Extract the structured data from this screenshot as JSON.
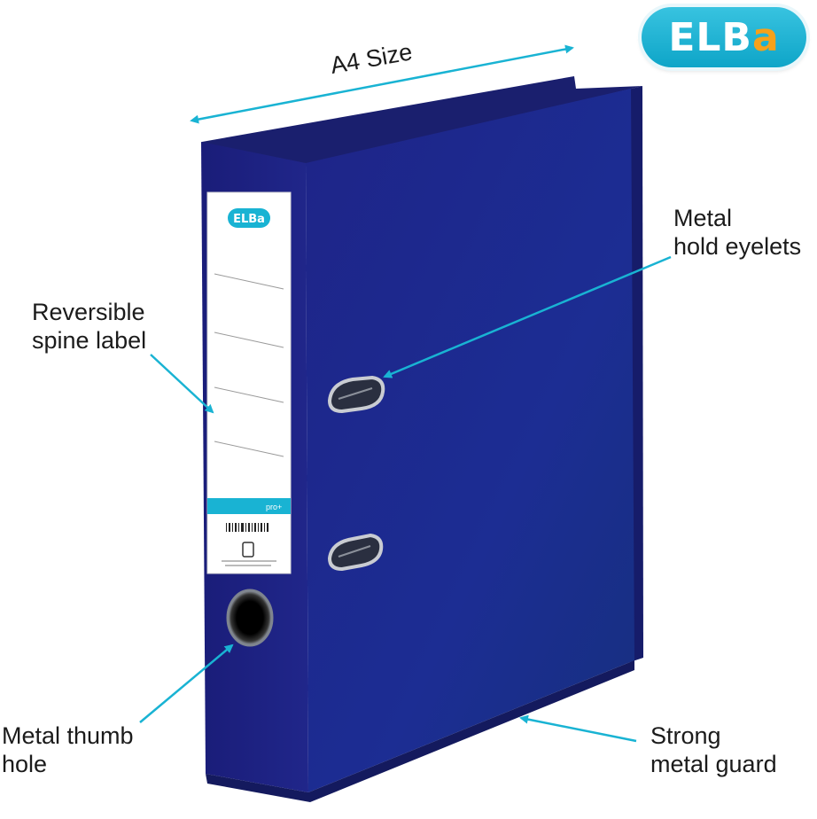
{
  "brand": {
    "logo_text_main": "ELB",
    "logo_text_accent": "a",
    "accent_color": "#19b3d3"
  },
  "product": {
    "cover_color": "#1f2a8a",
    "spine_label_logo": "ELBa",
    "spine_label_badge": "pro+"
  },
  "annotations": {
    "size": "A4 Size",
    "eyelets_line1": "Metal",
    "eyelets_line2": "hold eyelets",
    "spine_line1": "Reversible",
    "spine_line2": "spine label",
    "thumb_line1": "Metal thumb",
    "thumb_line2": "hole",
    "guard_line1": "Strong",
    "guard_line2": "metal guard"
  }
}
